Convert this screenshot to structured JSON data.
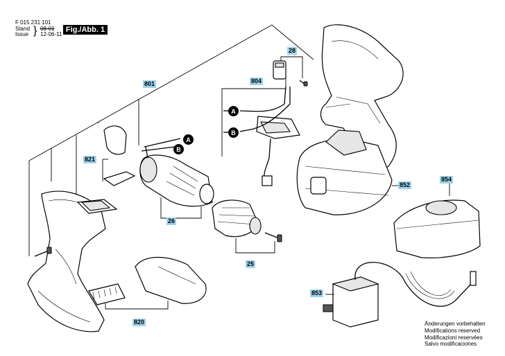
{
  "header": {
    "doc_number": "F 015 231 101",
    "stand_label": "Stand",
    "issue_label": "Issue",
    "old_date": "08-01",
    "new_date": "12-06-11",
    "figure_label": "Fig./Abb. 1"
  },
  "part_numbers": {
    "p801": "801",
    "p804": "804",
    "p28": "28",
    "p821": "821",
    "p26": "26",
    "p25": "25",
    "p820": "820",
    "p852": "852",
    "p854": "854",
    "p853": "853"
  },
  "connectors": {
    "a": "A",
    "b": "B"
  },
  "notes": [
    "Änderungen vorbehalten",
    "Modifications reserved",
    "Modificazioni reservées",
    "Salvo modificaciones"
  ],
  "colors": {
    "label_fill": "#9ed3ec",
    "connector_fill": "#000000"
  }
}
